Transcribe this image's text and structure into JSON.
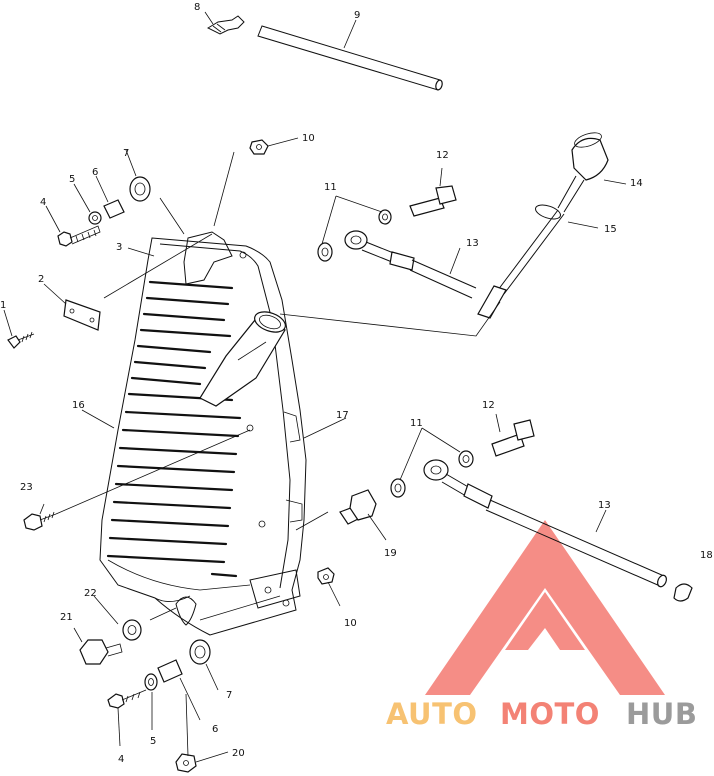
{
  "diagram": {
    "callouts": {
      "c1": "1",
      "c2": "2",
      "c3": "3",
      "c4a": "4",
      "c4b": "4",
      "c5a": "5",
      "c5b": "5",
      "c6a": "6",
      "c6b": "6",
      "c7a": "7",
      "c7b": "7",
      "c8": "8",
      "c9": "9",
      "c10a": "10",
      "c10b": "10",
      "c11a": "11",
      "c11b": "11",
      "c12a": "12",
      "c12b": "12",
      "c13a": "13",
      "c13b": "13",
      "c14": "14",
      "c15": "15",
      "c16": "16",
      "c17": "17",
      "c18": "18",
      "c19": "19",
      "c20": "20",
      "c21": "21",
      "c22": "22",
      "c23": "23"
    }
  },
  "watermark": {
    "auto": "AUTO",
    "moto": "MOTO",
    "hub": "HUB",
    "colors": {
      "auto": "#f6b85a",
      "moto": "#f26d5e",
      "hub": "#8a8a8a",
      "triangle": "#f47a72"
    }
  }
}
